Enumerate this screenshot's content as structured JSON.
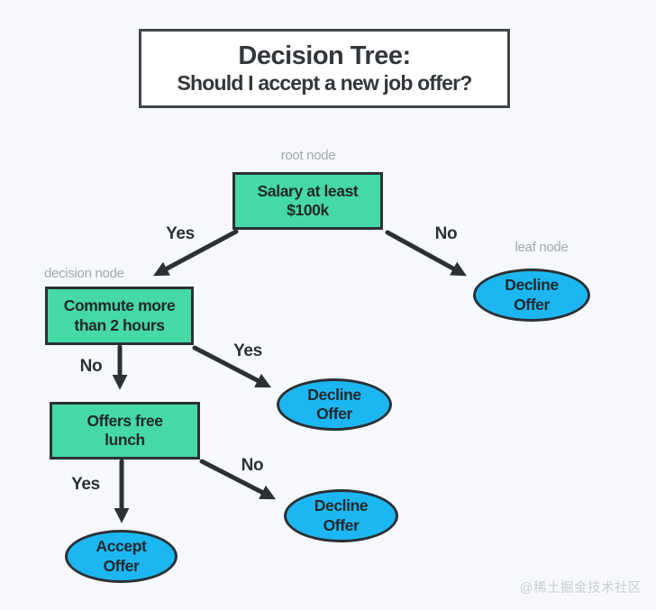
{
  "page": {
    "watermark": "@稀土掘金技术社区"
  },
  "title": {
    "line1": "Decision Tree:",
    "line2": "Should I accept a new job offer?"
  },
  "annotations": {
    "root": "root node",
    "decision": "decision node",
    "leaf": "leaf node"
  },
  "nodes": {
    "salary": {
      "type": "decision-box",
      "lines": [
        "Salary at least",
        "$100k"
      ]
    },
    "commute": {
      "type": "decision-box",
      "lines": [
        "Commute more",
        "than 2 hours"
      ]
    },
    "lunch": {
      "type": "decision-box",
      "lines": [
        "Offers free",
        "lunch"
      ]
    },
    "decline1": {
      "type": "leaf-ellipse",
      "lines": [
        "Decline",
        "Offer"
      ]
    },
    "decline2": {
      "type": "leaf-ellipse",
      "lines": [
        "Decline",
        "Offer"
      ]
    },
    "decline3": {
      "type": "leaf-ellipse",
      "lines": [
        "Decline",
        "Offer"
      ]
    },
    "accept": {
      "type": "leaf-ellipse",
      "lines": [
        "Accept",
        "Offer"
      ]
    }
  },
  "edges": {
    "salary_yes": "Yes",
    "salary_no": "No",
    "commute_no": "No",
    "commute_yes": "Yes",
    "lunch_yes": "Yes",
    "lunch_no": "No"
  },
  "colors": {
    "background": "#f7f8fc",
    "decision_fill": "#45d9a6",
    "leaf_fill": "#1cb7f2",
    "stroke": "#2b3034",
    "annotation_text": "#a4a8b0"
  }
}
